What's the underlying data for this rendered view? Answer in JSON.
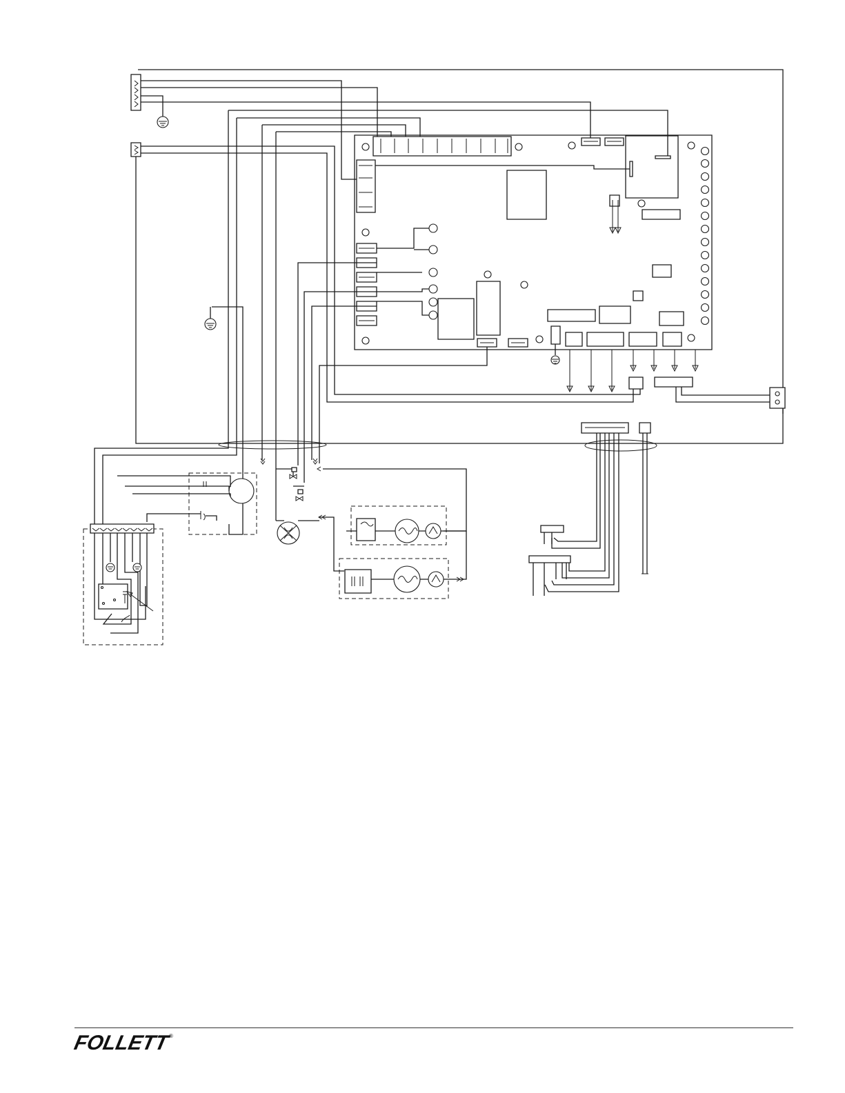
{
  "brand": {
    "logo_text": "FOLLETT",
    "registered_mark": "®"
  },
  "diagram": {
    "type": "wiring-schematic",
    "components": [
      "line-voltage-terminal-block",
      "ground-symbol",
      "control-board",
      "compressor-motor",
      "start-capacitor",
      "run-capacitor",
      "condenser-fan-motor",
      "water-solenoid-valve",
      "gearmotor",
      "auger-motor",
      "bin-thermostat",
      "high-pressure-switch",
      "sensor-harness"
    ]
  }
}
